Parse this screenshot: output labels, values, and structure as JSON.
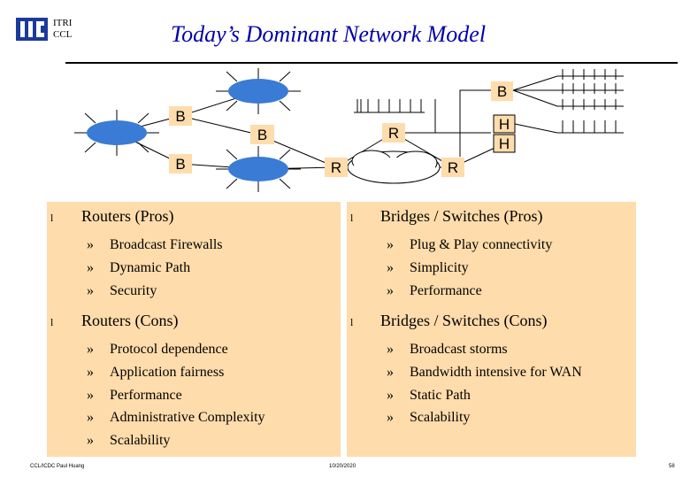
{
  "header": {
    "org_line1": "ITRI",
    "org_line2": "CCL",
    "title": "Today’s Dominant Network Model"
  },
  "diagram": {
    "labels": {
      "b_top_right": "B",
      "b_left_upper": "B",
      "b_center": "B",
      "b_left_lower": "B",
      "r_top": "R",
      "r_left": "R",
      "r_right": "R",
      "h_upper": "H",
      "h_lower": "H"
    }
  },
  "left": {
    "pros": {
      "heading": "Routers (Pros)",
      "items": [
        "Broadcast Firewalls",
        "Dynamic Path",
        "Security"
      ]
    },
    "cons": {
      "heading": "Routers (Cons)",
      "items": [
        "Protocol dependence",
        "Application fairness",
        "Performance",
        "Administrative Complexity",
        "Scalability"
      ]
    }
  },
  "right": {
    "pros": {
      "heading": "Bridges / Switches (Pros)",
      "items": [
        "Plug & Play connectivity",
        "Simplicity",
        "Performance"
      ]
    },
    "cons": {
      "heading": "Bridges / Switches (Cons)",
      "items": [
        "Broadcast storms",
        "Bandwidth intensive for WAN",
        "Static Path",
        "Scalability"
      ]
    }
  },
  "glyphs": {
    "bullet": "l",
    "chevron": "»"
  },
  "footer": {
    "left": "CCL/ICDC  Paul Huang",
    "center": "10/20/2020",
    "right": "58"
  },
  "colors": {
    "title": "#0000aa",
    "panel": "#ffdcab",
    "node": "#3a7bd5",
    "label_box": "#ffdcab"
  }
}
